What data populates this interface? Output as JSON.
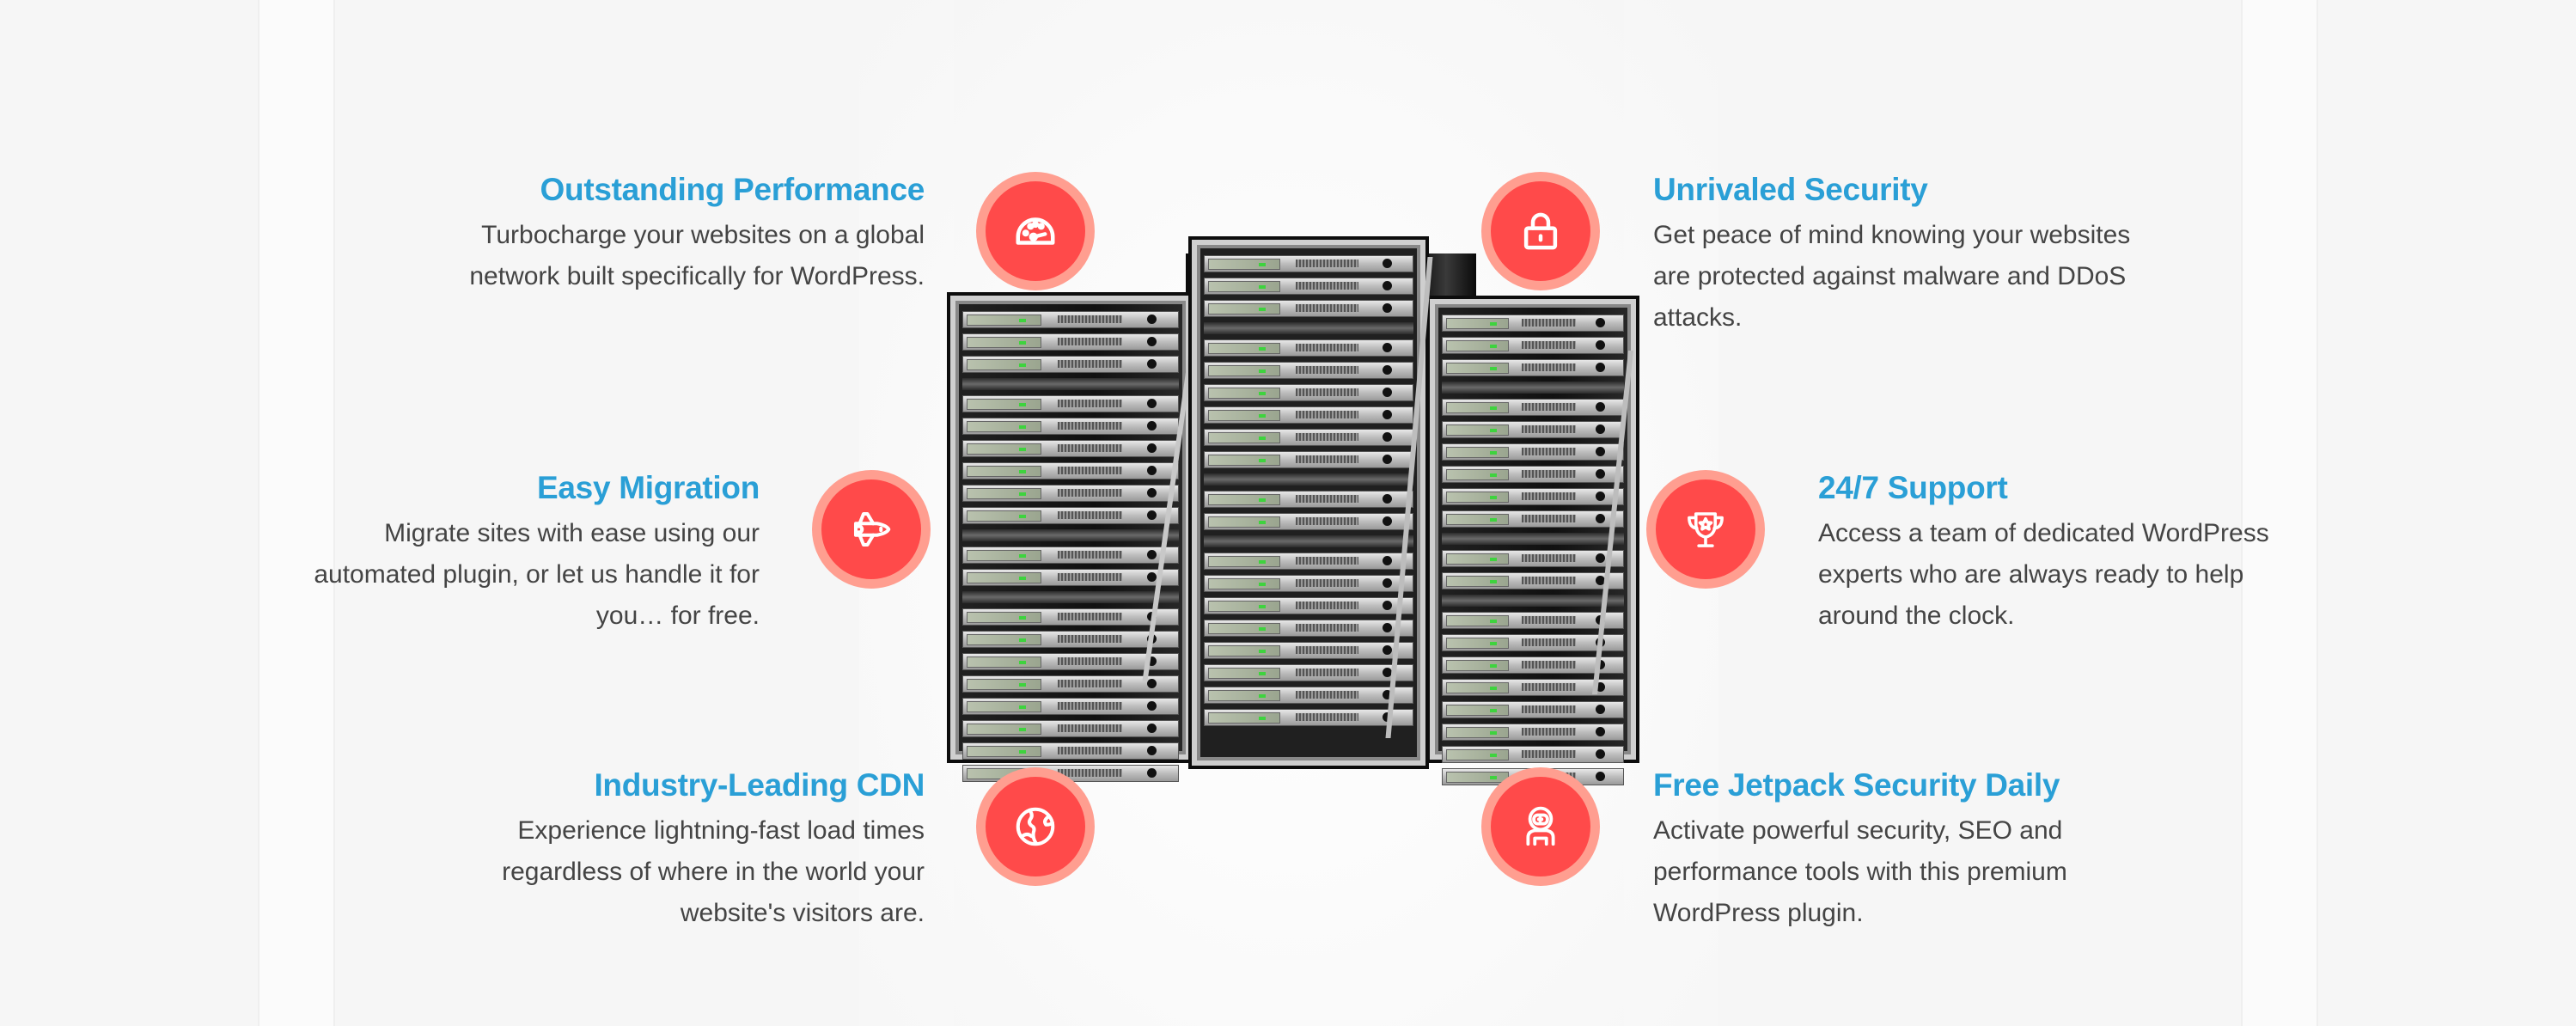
{
  "colors": {
    "heading": "#2a9fd6",
    "body_text": "#444444",
    "icon_outer": "#ff9e90",
    "icon_inner": "#ff4a4a",
    "icon_glyph": "#ffffff",
    "background": "#f5f5f5"
  },
  "features": [
    {
      "id": "performance",
      "title": "Outstanding Performance",
      "description": [
        "Turbocharge your websites on a global",
        "network built specifically for WordPress."
      ],
      "icon": "speedometer-icon",
      "side": "left"
    },
    {
      "id": "security",
      "title": "Unrivaled Security",
      "description": [
        "Get peace of mind knowing your websites",
        "are protected against malware and DDoS",
        "attacks."
      ],
      "icon": "padlock-icon",
      "side": "right"
    },
    {
      "id": "migration",
      "title": "Easy Migration",
      "description": [
        "Migrate sites with ease using our",
        "automated plugin, or let us handle it for",
        "you… for free."
      ],
      "icon": "space-shuttle-icon",
      "side": "left"
    },
    {
      "id": "support",
      "title": "24/7 Support",
      "description": [
        "Access a team of dedicated WordPress",
        "experts who are always ready to help",
        "around the clock."
      ],
      "icon": "trophy-star-icon",
      "side": "right"
    },
    {
      "id": "cdn",
      "title": "Industry-Leading CDN",
      "description": [
        "Experience lightning-fast load times",
        "regardless of where in the world your",
        "website's visitors are."
      ],
      "icon": "globe-icon",
      "side": "left"
    },
    {
      "id": "jetpack",
      "title": "Free Jetpack Security Daily",
      "description": [
        "Activate powerful security, SEO and",
        "performance tools with this premium",
        "WordPress plugin."
      ],
      "icon": "astronaut-icon",
      "side": "right"
    }
  ],
  "illustration": {
    "name": "server-racks",
    "rack_count": 3
  }
}
